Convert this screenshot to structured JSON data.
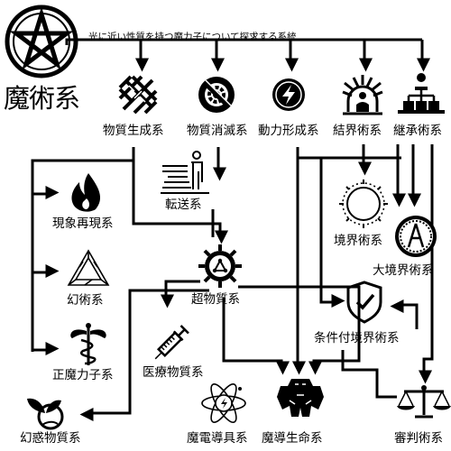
{
  "title": "魔術系",
  "banner": "光に近い性質を持つ魔力子について探求する系統",
  "nodes": {
    "busshitsu_seisei": {
      "label": "物質生成系",
      "icon": "weave-icon"
    },
    "busshitsu_shoumetsu": {
      "label": "物質消滅系",
      "icon": "prohibited-gear-icon"
    },
    "douryoku_keisei": {
      "label": "動力形成系",
      "icon": "lightning-icon"
    },
    "kekkai": {
      "label": "結界術系",
      "icon": "shield-dome-icon"
    },
    "keishou": {
      "label": "継承術系",
      "icon": "hierarchy-icon"
    },
    "tensou": {
      "label": "転送系",
      "icon": "teleport-person-icon"
    },
    "genshou_saigen": {
      "label": "現象再現系",
      "icon": "flame-icon"
    },
    "kyoukai": {
      "label": "境界術系",
      "icon": "sun-sphere-icon"
    },
    "dai_kyoukai": {
      "label": "大境界術系",
      "icon": "portal-icon"
    },
    "chou_busshitsu": {
      "label": "超物質系",
      "icon": "atom-gear-icon"
    },
    "genjutsu": {
      "label": "幻術系",
      "icon": "impossible-triangle-icon"
    },
    "jouken_kyoukai": {
      "label": "条件付境界術系",
      "icon": "shield-check-icon"
    },
    "sei_maryokushi": {
      "label": "正魔力子系",
      "icon": "caduceus-icon"
    },
    "iryou_busshitsu": {
      "label": "医療物質系",
      "icon": "syringe-icon"
    },
    "genwaku_busshitsu": {
      "label": "幻惑物質系",
      "icon": "sprout-icon"
    },
    "maden_dougu": {
      "label": "魔電導具系",
      "icon": "electric-atom-icon"
    },
    "madou_seimei": {
      "label": "魔導生命系",
      "icon": "golem-icon"
    },
    "shinpan": {
      "label": "審判術系",
      "icon": "scales-icon"
    }
  },
  "logo_icon": "pentagram-icon"
}
